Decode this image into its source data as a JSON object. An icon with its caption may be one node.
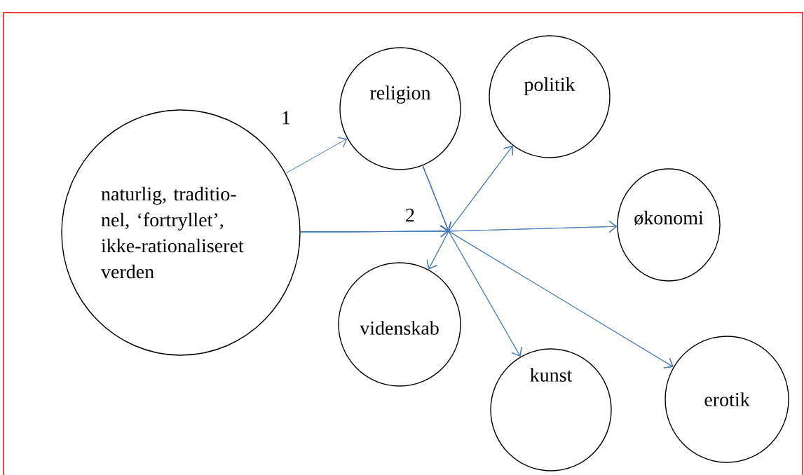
{
  "diagram": {
    "nodes": [
      {
        "text": [
          "naturlig, traditio- nel, ‘fortryllet’, ikke-rationaliseret verden"
        ]
      },
      {
        "text": [
          "religion"
        ]
      },
      {
        "text": [
          "politik"
        ]
      },
      {
        "text": [
          "økonomi"
        ]
      },
      {
        "text": [
          "videnskab"
        ]
      },
      {
        "text": [
          "kunst"
        ]
      },
      {
        "text": [
          "erotik"
        ]
      }
    ],
    "edges": [
      {
        "from": 0,
        "to": 1,
        "arrow": "to",
        "label": "1"
      },
      {
        "from": 0,
        "to": 2,
        "arrow": "to",
        "label": "2"
      },
      {
        "from": 0,
        "to": 3,
        "arrow": "to"
      },
      {
        "from": 0,
        "to": 4,
        "arrow": "to"
      },
      {
        "from": 0,
        "to": 5,
        "arrow": "to"
      },
      {
        "from": 0,
        "to": 6,
        "arrow": "to"
      },
      {
        "from": 1,
        "to": 2,
        "arrow": "to"
      },
      {
        "from": 1,
        "to": 3,
        "arrow": "to"
      },
      {
        "from": 1,
        "to": 4,
        "arrow": "to"
      },
      {
        "from": 1,
        "to": 5,
        "arrow": "to"
      },
      {
        "from": 1,
        "to": 6,
        "arrow": "to"
      }
    ]
  }
}
